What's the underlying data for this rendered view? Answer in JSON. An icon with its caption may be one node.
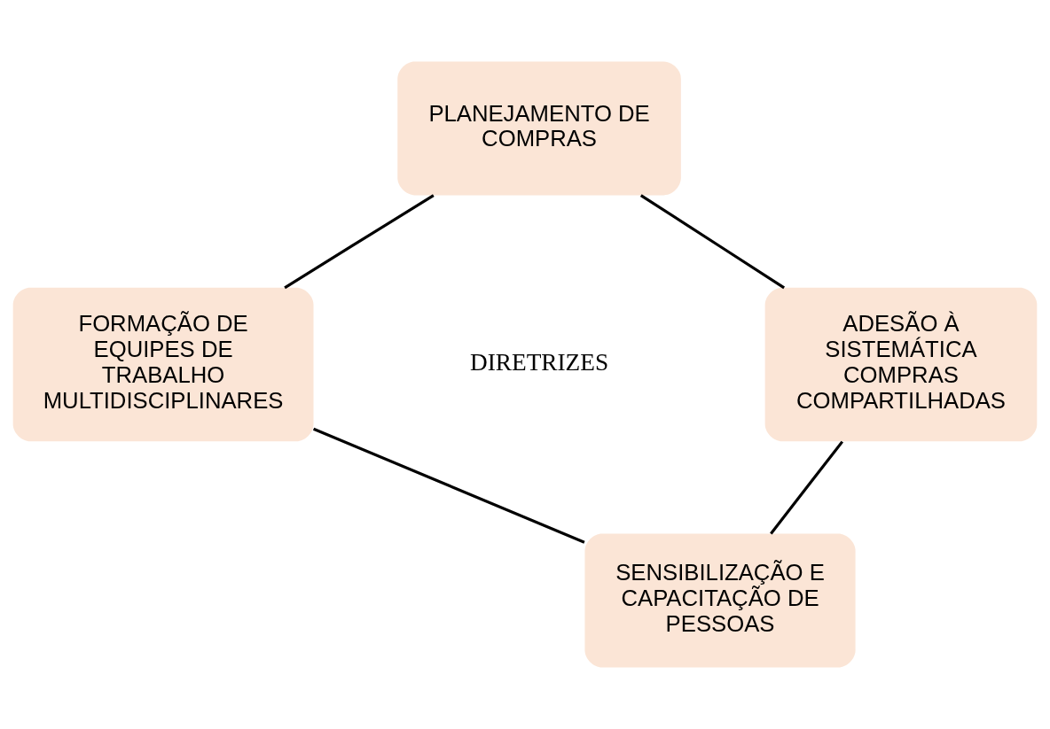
{
  "diagram": {
    "nodes": [
      {
        "text": [
          "PLANEJAMENTO DE COMPRAS"
        ]
      },
      {
        "text": [
          "FORMAÇÃO DE EQUIPES DE TRABALHO MULTIDISCIPLINARES"
        ]
      },
      {
        "text": [
          "ADESÃO À SISTEMÁTICA COMPRAS COMPARTILHADAS"
        ]
      },
      {
        "text": [
          "SENSIBILIZAÇÃO E CAPACITAÇÃO DE PESSOAS"
        ]
      }
    ],
    "edges": [
      {
        "from": 0,
        "to": 2,
        "arrow": "none"
      },
      {
        "from": 2,
        "to": 3,
        "arrow": "none"
      },
      {
        "from": 3,
        "to": 1,
        "arrow": "none"
      },
      {
        "from": 1,
        "to": 0,
        "arrow": "none"
      }
    ],
    "labels": [
      "DIRETRIZES"
    ]
  }
}
